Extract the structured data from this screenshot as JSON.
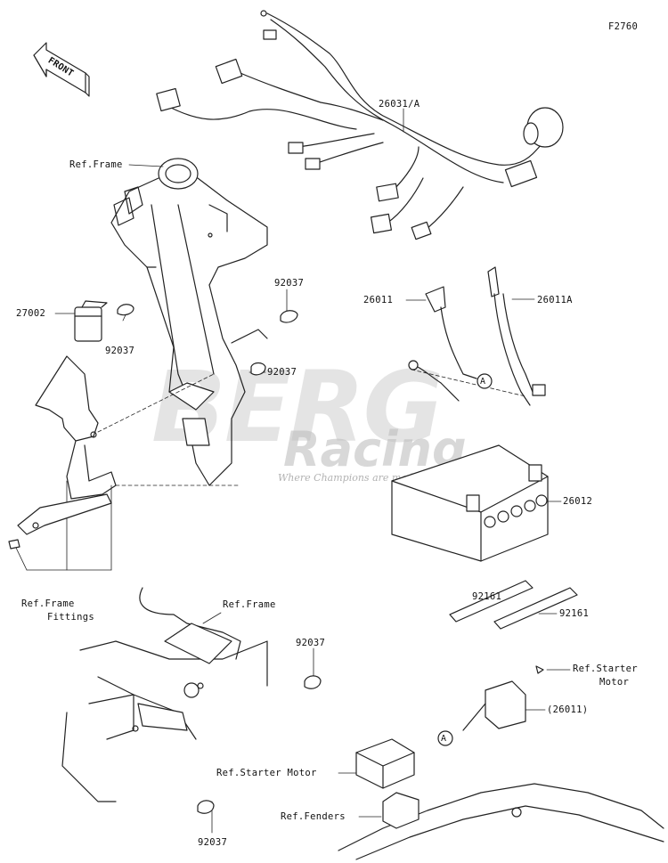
{
  "diagram_code": "F2760",
  "front_label": "FRONT",
  "watermark": {
    "brand": "BERG",
    "sub": "Racing",
    "tagline": "Where Champions are made"
  },
  "callouts": {
    "harness": "26031/A",
    "ref_frame_top": "Ref.Frame",
    "clip_1": "92037",
    "part_27002": "27002",
    "clip_2": "92037",
    "clip_3": "92037",
    "cable_26011": "26011",
    "cable_26011a": "26011A",
    "battery": "26012",
    "ref_frame_fittings_1": "Ref.Frame",
    "ref_frame_fittings_2": "Fittings",
    "strap_1": "92161",
    "strap_2": "92161",
    "ref_frame_lower": "Ref.Frame",
    "clip_4": "92037",
    "ref_starter_motor_1": "Ref.Starter",
    "ref_starter_motor_2": "Motor",
    "part_26011_paren": "(26011)",
    "ref_starter_motor": "Ref.Starter Motor",
    "ref_fenders": "Ref.Fenders",
    "clip_5": "92037",
    "marker_a_1": "A",
    "marker_a_2": "A"
  }
}
